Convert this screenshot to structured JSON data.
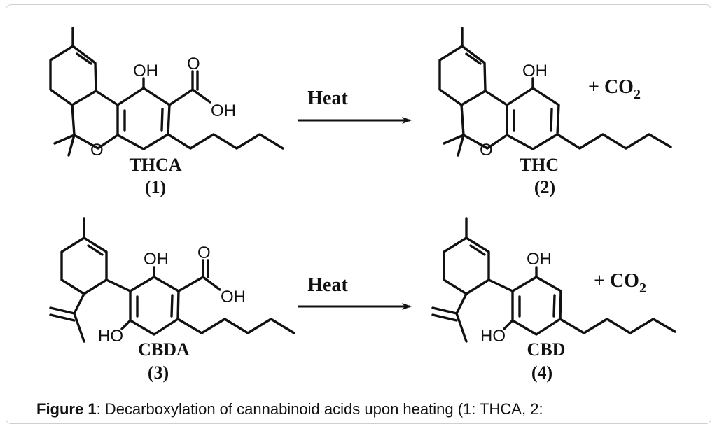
{
  "reactions": [
    {
      "reactant": {
        "name": "THCA",
        "number": "(1)"
      },
      "condition": "Heat",
      "product": {
        "name": "THC",
        "number": "(2)"
      },
      "byproduct": {
        "prefix": "+ CO",
        "subscript": "2"
      }
    },
    {
      "reactant": {
        "name": "CBDA",
        "number": "(3)"
      },
      "condition": "Heat",
      "product": {
        "name": "CBD",
        "number": "(4)"
      },
      "byproduct": {
        "prefix": "+ CO",
        "subscript": "2"
      }
    }
  ],
  "atoms": {
    "oh": "OH",
    "o": "O",
    "ho": "HO"
  },
  "caption": {
    "label": "Figure 1",
    "text": ": Decarboxylation of cannabinoid acids upon heating (1: THCA, 2:"
  }
}
